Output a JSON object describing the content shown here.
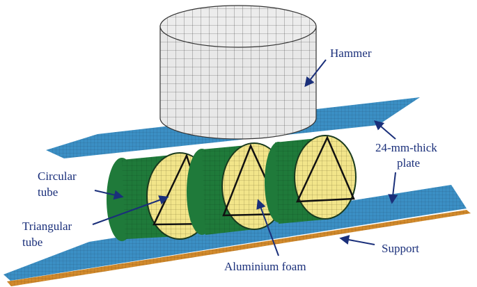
{
  "labels": {
    "hammer": "Hammer",
    "plate_line1": "24-mm-thick",
    "plate_line2": "plate",
    "circular_line1": "Circular",
    "circular_line2": "tube",
    "triangular_line1": "Triangular",
    "triangular_line2": "tube",
    "support": "Support",
    "foam": "Aluminium foam"
  },
  "colors": {
    "hammer": "#e8e8e8",
    "plate": "#3b8fc4",
    "support": "#d18a2c",
    "tube": "#1f7a3a",
    "foam": "#f2e58a",
    "label_text": "#1a2f7a",
    "arrow": "#1a2f7a"
  }
}
